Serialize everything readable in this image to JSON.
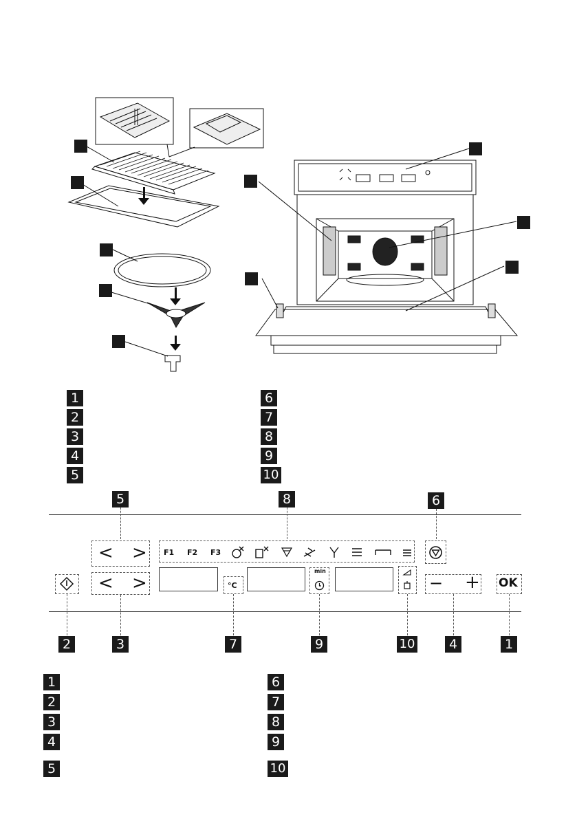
{
  "accessories_figure": {
    "callouts": [
      "",
      "",
      "",
      "",
      "",
      ""
    ]
  },
  "oven_figure": {
    "callouts": [
      "",
      "",
      "",
      "",
      ""
    ]
  },
  "parts_legend": {
    "left": [
      "1",
      "2",
      "3",
      "4",
      "5"
    ],
    "right": [
      "6",
      "7",
      "8",
      "9",
      "10"
    ]
  },
  "control_panel": {
    "top_callouts": {
      "left": "5",
      "middle": "8",
      "right": "6"
    },
    "bottom_callouts": [
      "2",
      "3",
      "7",
      "9",
      "10",
      "4",
      "1"
    ],
    "function_labels": [
      "F1",
      "F2",
      "F3"
    ],
    "temp_label": "°C",
    "min_label": "min",
    "ok_label": "OK",
    "arrow_left": "<",
    "arrow_right": ">",
    "minus": "−",
    "plus": "+"
  },
  "controls_legend": {
    "left": [
      "1",
      "2",
      "3",
      "4",
      "5"
    ],
    "right": [
      "6",
      "7",
      "8",
      "9",
      "10"
    ]
  }
}
